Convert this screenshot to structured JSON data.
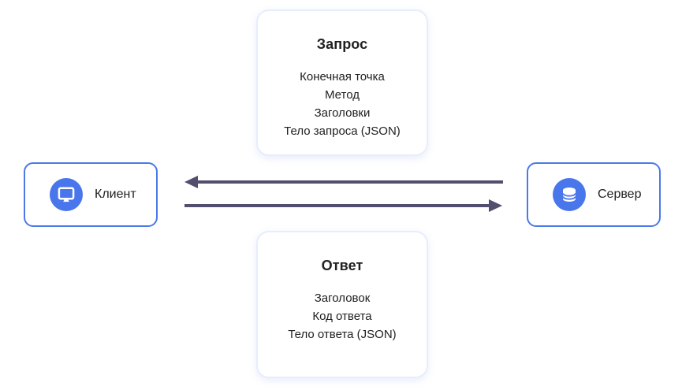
{
  "request_card": {
    "title": "Запрос",
    "items": [
      "Конечная точка",
      "Метод",
      "Заголовки",
      "Тело запроса (JSON)"
    ]
  },
  "response_card": {
    "title": "Ответ",
    "items": [
      "Заголовок",
      "Код ответа",
      "Тело ответа (JSON)"
    ]
  },
  "client_node": {
    "label": "Клиент",
    "icon": "monitor-icon"
  },
  "server_node": {
    "label": "Сервер",
    "icon": "database-icon"
  },
  "arrows": {
    "top": {
      "direction": "left",
      "from": "Сервер",
      "to": "Клиент"
    },
    "bottom": {
      "direction": "right",
      "from": "Клиент",
      "to": "Сервер"
    }
  },
  "colors": {
    "background": "#ffffff",
    "node_border": "#4a79e8",
    "icon_circle": "#4a76ec",
    "card_border": "#e7edfc",
    "arrow": "#514f6d",
    "text": "#212123"
  }
}
